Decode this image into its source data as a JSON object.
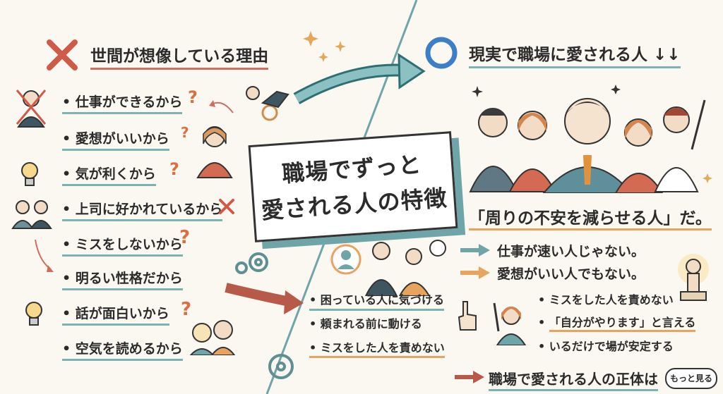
{
  "left": {
    "header": "世間が想像している理由",
    "items": [
      "仕事ができるから",
      "愛想がいいから",
      "気が利くから",
      "上司に好かれているから",
      "ミスをしないから",
      "明るい性格だから",
      "話が面白いから",
      "空気を読めるから"
    ],
    "question_mark": "?"
  },
  "center": {
    "line1": "職場でずっと",
    "line2": "愛される人の特徴"
  },
  "right": {
    "header": "現実で職場に愛される人 ↓↓",
    "quote": "「周りの不安を減らせる人」だ。",
    "not_list": [
      "仕事が速い人じゃない。",
      "愛想がいい人でもない。"
    ],
    "traits": [
      "困っている人に気づける",
      "頼まれる前に動ける",
      "ミスをした人を責めない"
    ],
    "traits_right": [
      "ミスをした人を責めない",
      "「自分がやります」と言える",
      "いるだけで場が安定する"
    ],
    "footer": "職場で愛される人の正体は",
    "more_button": "もっと見る"
  },
  "colors": {
    "red": "#cf6e5c",
    "teal": "#6fa5a8",
    "orange": "#e8a35f",
    "blue_circle": "#3c7fc7"
  }
}
